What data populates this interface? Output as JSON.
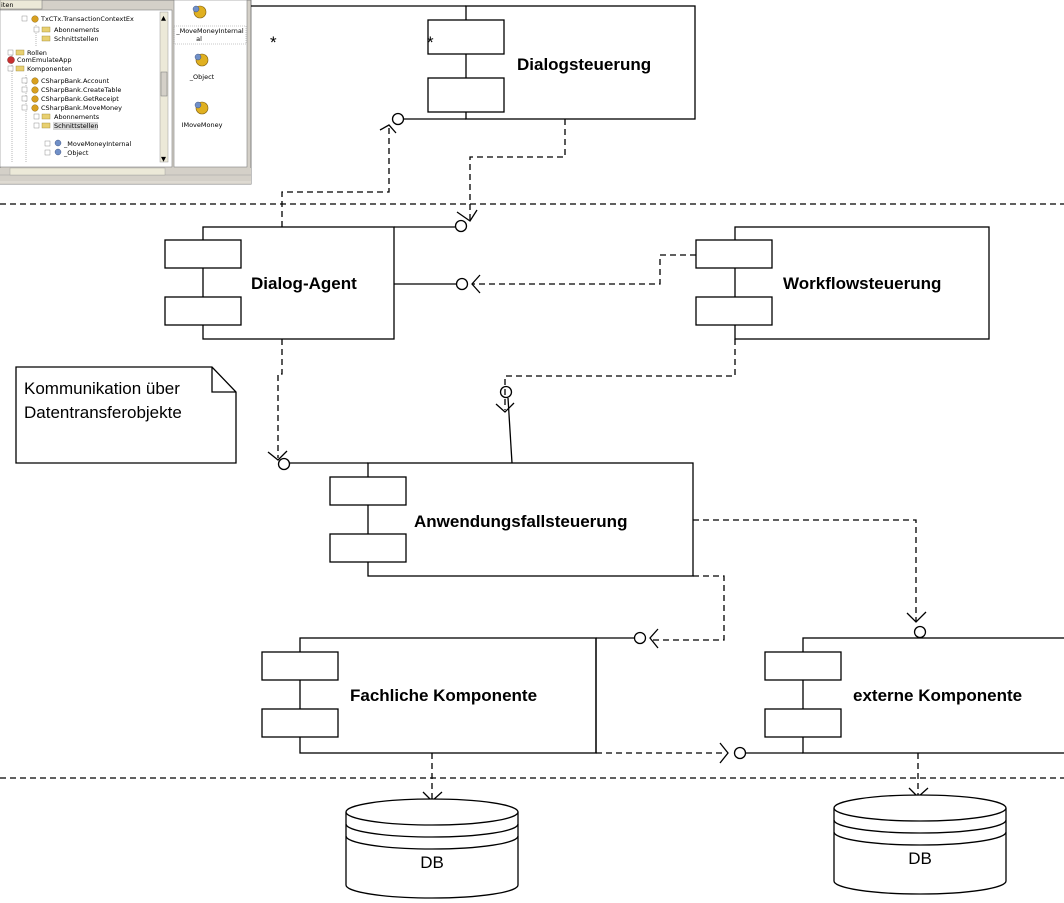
{
  "screenshot": {
    "tab_label": "iten",
    "tree_items": [
      "TxCTx.TransactionContextEx",
      "Abonnements",
      "Schnittstellen",
      "Rollen",
      "ComEmulateApp",
      "Komponenten",
      "CSharpBank.Account",
      "CSharpBank.CreateTable",
      "CSharpBank.GetReceipt",
      "CSharpBank.MoveMoney",
      "Abonnements",
      "Schnittstellen",
      "_MoveMoneyInternal",
      "_Object"
    ],
    "icon_labels": [
      "_MoveMoneyInternal",
      "_Object",
      "IMoveMoney"
    ]
  },
  "diagram": {
    "components": {
      "dialogsteuerung": "Dialogsteuerung",
      "dialog_agent": "Dialog-Agent",
      "workflowsteuerung": "Workflowsteuerung",
      "anwendungsfallsteuerung": "Anwendungsfallsteuerung",
      "fachliche_komponente": "Fachliche Komponente",
      "externe_komponente": "externe Komponente"
    },
    "note": {
      "line1": "Kommunikation über",
      "line2": "Datentransferobjekte"
    },
    "multiplicity": [
      "*",
      "*"
    ],
    "db_labels": [
      "DB",
      "DB"
    ]
  }
}
